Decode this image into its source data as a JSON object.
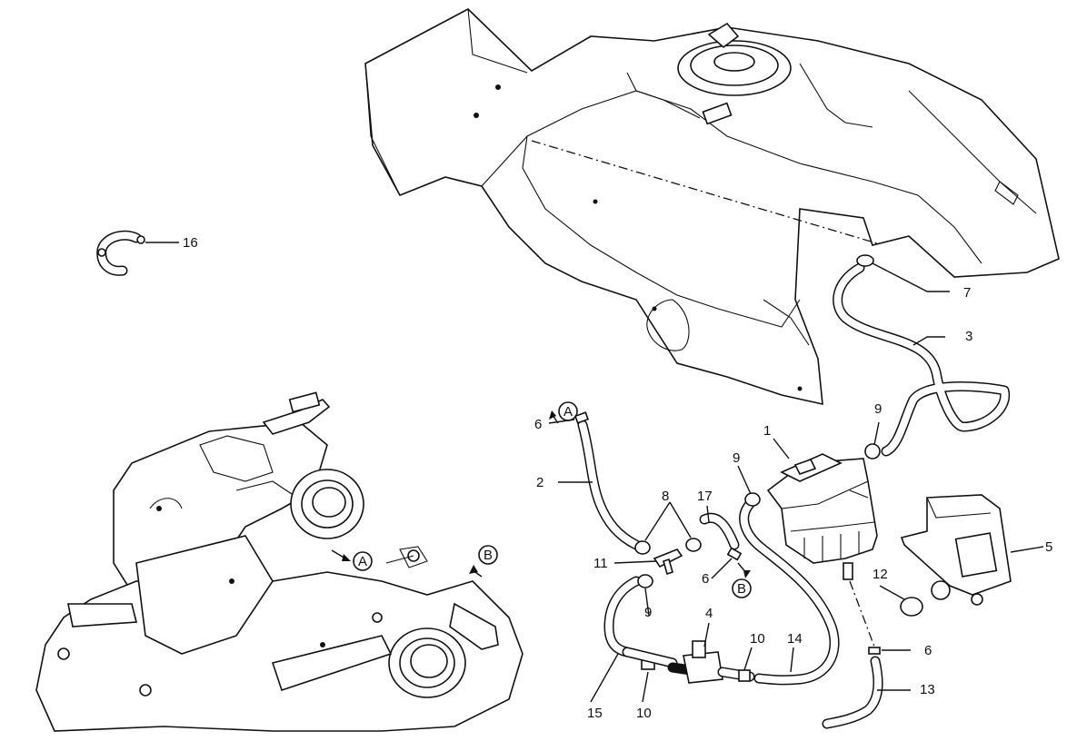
{
  "diagram": {
    "callouts": [
      {
        "id": "c1",
        "text": "1"
      },
      {
        "id": "c2",
        "text": "2"
      },
      {
        "id": "c3",
        "text": "3"
      },
      {
        "id": "c4",
        "text": "4"
      },
      {
        "id": "c5",
        "text": "5"
      },
      {
        "id": "c6a",
        "text": "6"
      },
      {
        "id": "c6b",
        "text": "6"
      },
      {
        "id": "c6c",
        "text": "6"
      },
      {
        "id": "c7",
        "text": "7"
      },
      {
        "id": "c8",
        "text": "8"
      },
      {
        "id": "c9a",
        "text": "9"
      },
      {
        "id": "c9b",
        "text": "9"
      },
      {
        "id": "c9c",
        "text": "9"
      },
      {
        "id": "c10a",
        "text": "10"
      },
      {
        "id": "c10b",
        "text": "10"
      },
      {
        "id": "c11",
        "text": "11"
      },
      {
        "id": "c12",
        "text": "12"
      },
      {
        "id": "c13",
        "text": "13"
      },
      {
        "id": "c14",
        "text": "14"
      },
      {
        "id": "c15",
        "text": "15"
      },
      {
        "id": "c16",
        "text": "16"
      },
      {
        "id": "c17",
        "text": "17"
      }
    ],
    "connection_markers": {
      "A": "A",
      "B": "B"
    }
  }
}
